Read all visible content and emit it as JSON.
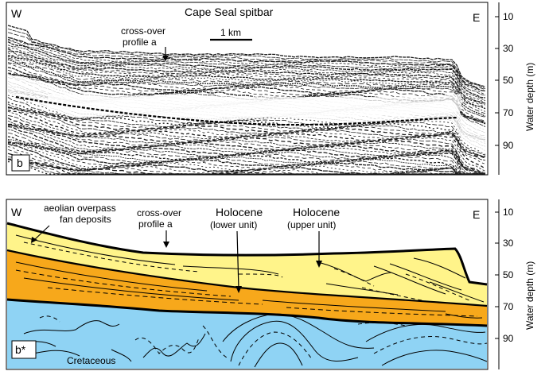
{
  "panel_top": {
    "title": "Cape Seal spitbar",
    "west": "W",
    "east": "E",
    "crossover_line1": "cross-over",
    "crossover_line2": "profile a",
    "scale_label": "1 km",
    "panel_label": "b",
    "axis_label": "Water depth (m)",
    "ticks": [
      "10",
      "30",
      "50",
      "70",
      "90"
    ]
  },
  "panel_bottom": {
    "west": "W",
    "east": "E",
    "aeolian_line1": "aeolian overpass",
    "aeolian_line2": "fan deposits",
    "crossover_line1": "cross-over",
    "crossover_line2": "profile a",
    "holocene_lower_line1": "Holocene",
    "holocene_lower_line2": "(lower unit)",
    "holocene_upper_line1": "Holocene",
    "holocene_upper_line2": "(upper unit)",
    "cretaceous": "Cretaceous",
    "panel_label": "b*",
    "axis_label": "Water depth (m)",
    "ticks": [
      "10",
      "30",
      "50",
      "70",
      "90"
    ]
  },
  "colors": {
    "upper_unit": "#fff48a",
    "lower_unit": "#f7a81b",
    "cretaceous": "#8fd3f4"
  }
}
